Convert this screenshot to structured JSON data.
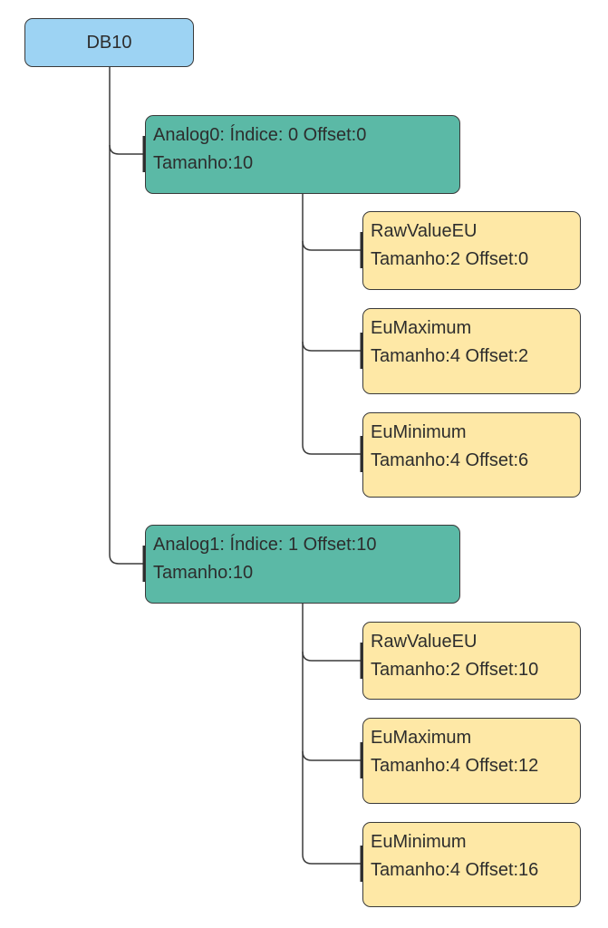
{
  "root": {
    "label": "DB10"
  },
  "groups": [
    {
      "line1": "Analog0: Índice: 0 Offset:0",
      "line2": "Tamanho:10",
      "children": [
        {
          "name": "RawValueEU",
          "detail": "Tamanho:2 Offset:0"
        },
        {
          "name": "EuMaximum",
          "detail": "Tamanho:4 Offset:2"
        },
        {
          "name": "EuMinimum",
          "detail": "Tamanho:4 Offset:6"
        }
      ]
    },
    {
      "line1": "Analog1: Índice: 1 Offset:10",
      "line2": "Tamanho:10",
      "children": [
        {
          "name": "RawValueEU",
          "detail": "Tamanho:2 Offset:10"
        },
        {
          "name": "EuMaximum",
          "detail": "Tamanho:4 Offset:12"
        },
        {
          "name": "EuMinimum",
          "detail": "Tamanho:4 Offset:16"
        }
      ]
    }
  ],
  "colors": {
    "root": "#9dd3f3",
    "group": "#5bb9a6",
    "leaf": "#fee8a6",
    "line": "#3a3a3a"
  }
}
